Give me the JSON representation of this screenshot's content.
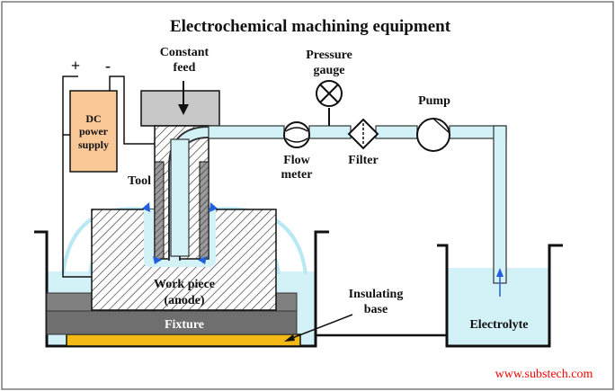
{
  "title": "Electrochemical  machining equipment",
  "labels": {
    "plus": "+",
    "minus": "-",
    "dc_line1": "DC",
    "dc_line2": "power",
    "dc_line3": "supply",
    "feed_line1": "Constant",
    "feed_line2": "feed",
    "pressure_line1": "Pressure",
    "pressure_line2": "gauge",
    "pump": "Pump",
    "flow_line1": "Flow",
    "flow_line2": "meter",
    "filter": "Filter",
    "tool": "Tool",
    "workpiece_line1": "Work piece",
    "workpiece_line2": "(anode)",
    "fixture": "Fixture",
    "insulating_line1": "Insulating",
    "insulating_line2": "base",
    "electrolyte": "Electrolyte"
  },
  "credit": "www.substech.com",
  "colors": {
    "electrolyte": "#d2f2f8",
    "dc_supply": "#fac896",
    "tool_holder": "#c8c8c8",
    "fixture": "#808080",
    "insulating_base": "#f5b915",
    "flow_arrow": "#2060e0",
    "credit": "#ff0000"
  }
}
